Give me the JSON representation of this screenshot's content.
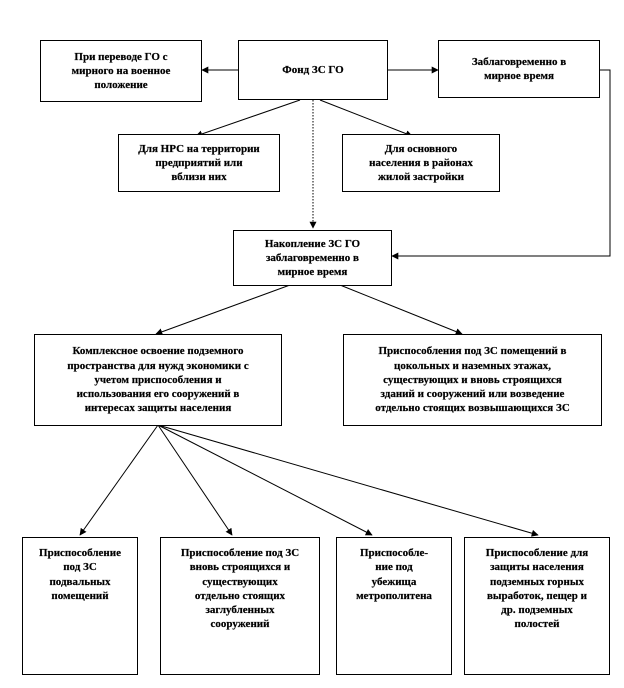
{
  "nodes": {
    "conversion": "При переводе ГО с\nмирного на военное\nположение",
    "fund": "Фонд ЗС ГО",
    "advance": "Заблаговременно в\nмирное время",
    "nrs": "Для НРС  на территории\nпредприятий или\nвблизи них",
    "population": "Для основного\nнаселения в районах\nжилой застройки",
    "accumulation": "Накопление ЗС ГО\nзаблаговременно в\nмирное время",
    "underground": "Комплексное освоение подземного\nпространства для нужд экономики с\nучетом приспособления и\nиспользования его сооружений в\nинтересах защиты населения",
    "premises": "Приспособления под ЗС помещений в\nцокольных  и наземных этажах,\nсуществующих  и вновь строящихся\nзданий и сооружений или возведение\nотдельно  стоящих  возвышающихся  ЗС",
    "basement": "Приспособление\nпод ЗС\nподвальных\nпомещений",
    "standalone": "Приспособление под ЗС\nвновь строящихся  и\nсуществующих\nотдельно  стоящих\nзаглубленных\nсооружений",
    "metro": "Приспособле-\nние под\nубежища\nметрополитена",
    "mines": "Приспособление для\nзащиты населения\nподземных горных\nвыработок, пещер и\nдр. подземных\nполостей"
  }
}
